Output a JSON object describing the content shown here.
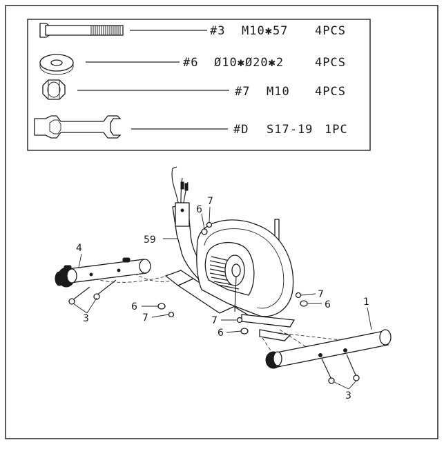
{
  "hardware_list": [
    {
      "code": "#3",
      "spec": "M10✱57",
      "qty": "4PCS"
    },
    {
      "code": "#6",
      "spec": "Ø10✱Ø20✱2",
      "qty": "4PCS"
    },
    {
      "code": "#7",
      "spec": "M10",
      "qty": "4PCS"
    },
    {
      "code": "#D",
      "spec": "S17-19",
      "qty": "1PC"
    }
  ],
  "callouts": {
    "rear_stabilizer": "1",
    "front_stabilizer": "4",
    "main_frame": "59",
    "bolt_left": "3",
    "bolt_right": "3",
    "washer_top": "6",
    "nut_top": "7",
    "washer_mid_left": "6",
    "nut_mid_left": "7",
    "nut_mid_center": "7",
    "washer_mid_center": "6",
    "nut_right": "7",
    "washer_right": "6"
  }
}
